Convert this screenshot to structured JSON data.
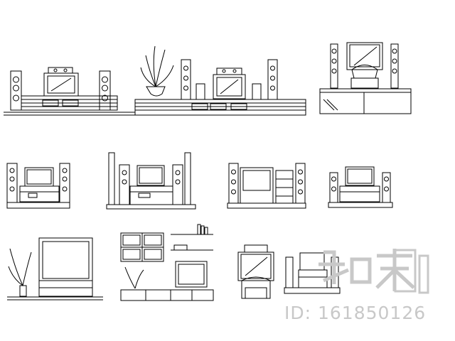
{
  "watermark": {
    "brand_text": "知末",
    "id_text": "ID: 161850126"
  },
  "colors": {
    "line": "#000000",
    "background": "#ffffff",
    "watermark": "#c8c8c8"
  },
  "figures": [
    {
      "name": "tv-set-1"
    },
    {
      "name": "tv-set-2"
    },
    {
      "name": "tv-set-3"
    },
    {
      "name": "tv-set-4"
    },
    {
      "name": "tv-set-5"
    },
    {
      "name": "tv-set-6"
    },
    {
      "name": "tv-set-7"
    },
    {
      "name": "tv-set-8"
    },
    {
      "name": "tv-set-9"
    },
    {
      "name": "tv-set-10"
    },
    {
      "name": "tv-set-11"
    }
  ]
}
